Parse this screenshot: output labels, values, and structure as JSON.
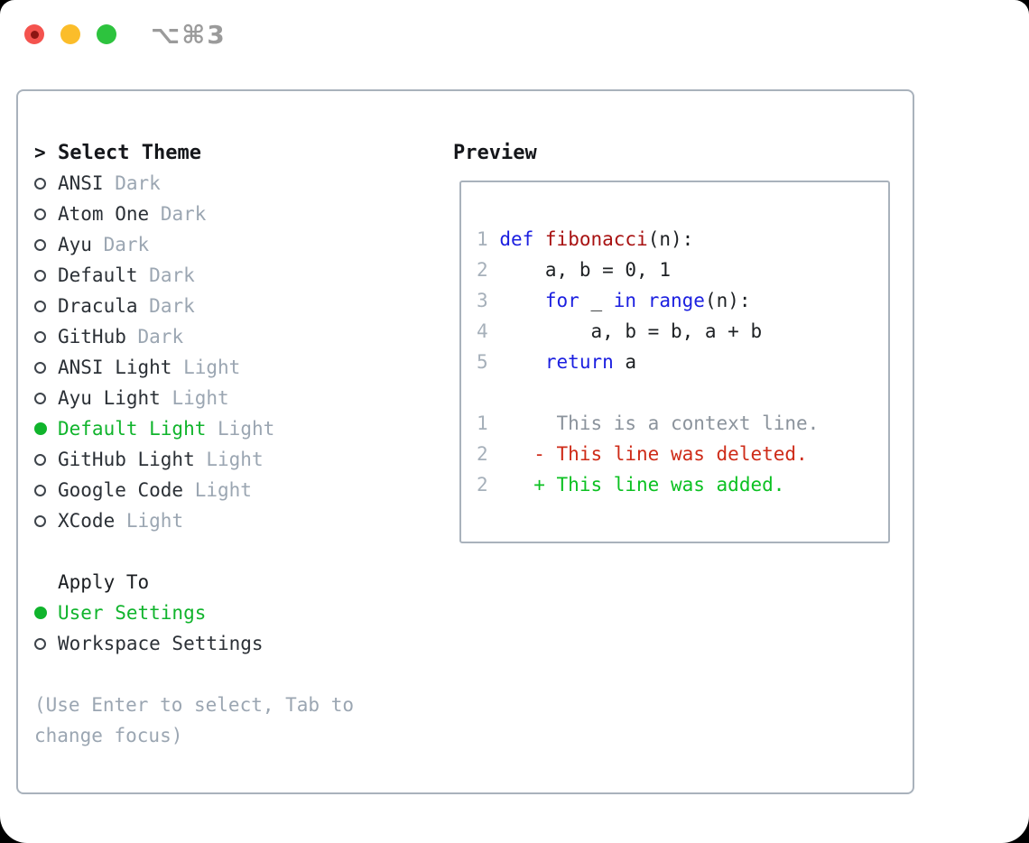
{
  "window": {
    "shortcut": "⌥⌘3",
    "traffic_colors": {
      "close": "#f4534e",
      "close_dot": "#8c1512",
      "minimize": "#fbbd2a",
      "zoom": "#2dc33e"
    }
  },
  "colors": {
    "accent_green": "#10b42c",
    "keyword_blue": "#1b1fe0",
    "function_red": "#a81212",
    "diff_deleted": "#ce2b18",
    "diff_added": "#0cc122",
    "muted_gray": "#9ba6b2",
    "border_gray": "#a9b2bc"
  },
  "theme_panel": {
    "title_prefix": ">",
    "title": "Select Theme",
    "themes": [
      {
        "name": "ANSI",
        "variant": "Dark",
        "selected": false
      },
      {
        "name": "Atom One",
        "variant": "Dark",
        "selected": false
      },
      {
        "name": "Ayu",
        "variant": "Dark",
        "selected": false
      },
      {
        "name": "Default",
        "variant": "Dark",
        "selected": false
      },
      {
        "name": "Dracula",
        "variant": "Dark",
        "selected": false
      },
      {
        "name": "GitHub",
        "variant": "Dark",
        "selected": false
      },
      {
        "name": "ANSI Light",
        "variant": "Light",
        "selected": false
      },
      {
        "name": "Ayu Light",
        "variant": "Light",
        "selected": false
      },
      {
        "name": "Default Light",
        "variant": "Light",
        "selected": true
      },
      {
        "name": "GitHub Light",
        "variant": "Light",
        "selected": false
      },
      {
        "name": "Google Code",
        "variant": "Light",
        "selected": false
      },
      {
        "name": "XCode",
        "variant": "Light",
        "selected": false
      }
    ],
    "apply_to": {
      "title": "Apply To",
      "options": [
        {
          "label": "User Settings",
          "selected": true
        },
        {
          "label": "Workspace Settings",
          "selected": false
        }
      ]
    },
    "help": "(Use Enter to select, Tab to change focus)"
  },
  "preview": {
    "title": "Preview",
    "code_lines": [
      {
        "num": "1",
        "tokens": [
          {
            "t": "def",
            "c": "kw"
          },
          {
            "t": " ",
            "c": "p"
          },
          {
            "t": "fibonacci",
            "c": "fn"
          },
          {
            "t": "(n):",
            "c": "p"
          }
        ]
      },
      {
        "num": "2",
        "tokens": [
          {
            "t": "    a, b = 0, 1",
            "c": "p"
          }
        ]
      },
      {
        "num": "3",
        "tokens": [
          {
            "t": "    ",
            "c": "p"
          },
          {
            "t": "for",
            "c": "kw"
          },
          {
            "t": " _ ",
            "c": "p"
          },
          {
            "t": "in",
            "c": "kw"
          },
          {
            "t": " ",
            "c": "p"
          },
          {
            "t": "range",
            "c": "kw"
          },
          {
            "t": "(n):",
            "c": "p"
          }
        ]
      },
      {
        "num": "4",
        "tokens": [
          {
            "t": "        a, b = b, a + b",
            "c": "p"
          }
        ]
      },
      {
        "num": "5",
        "tokens": [
          {
            "t": "    ",
            "c": "p"
          },
          {
            "t": "return",
            "c": "kw"
          },
          {
            "t": " a",
            "c": "p"
          }
        ]
      },
      {
        "num": "",
        "tokens": []
      },
      {
        "num": "1",
        "tokens": [
          {
            "t": "     This is a context line.",
            "c": "ctx"
          }
        ]
      },
      {
        "num": "2",
        "tokens": [
          {
            "t": "   ",
            "c": "p"
          },
          {
            "t": "- This line was deleted.",
            "c": "del"
          }
        ]
      },
      {
        "num": "2",
        "tokens": [
          {
            "t": "   ",
            "c": "p"
          },
          {
            "t": "+ This line was added.",
            "c": "add"
          }
        ]
      }
    ]
  }
}
